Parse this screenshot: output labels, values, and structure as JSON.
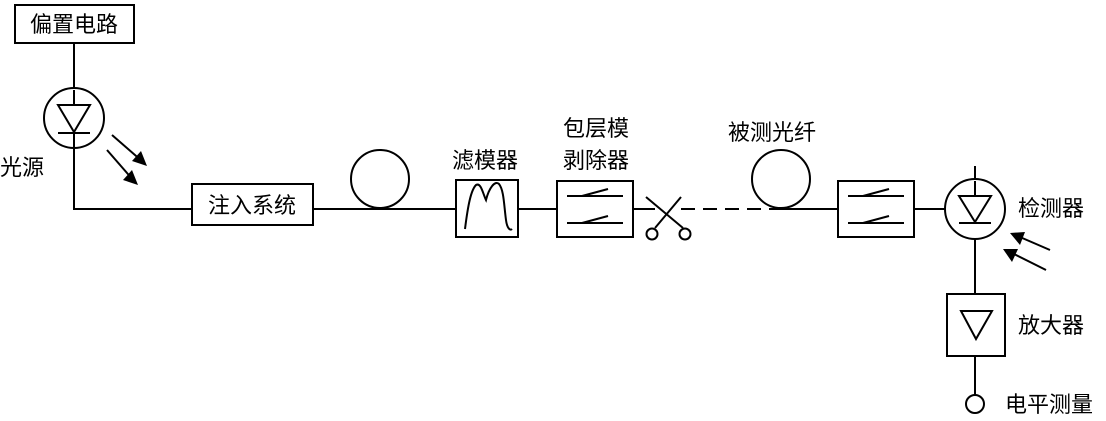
{
  "labels": {
    "bias_circuit": "偏置电路",
    "light_source": "光源",
    "injection_system": "注入系统",
    "mode_filter": "滤模器",
    "cladding_stripper_line1": "包层模",
    "cladding_stripper_line2": "剥除器",
    "fiber_under_test": "被测光纤",
    "detector": "检测器",
    "amplifier": "放大器",
    "level_measurement": "电平测量"
  }
}
